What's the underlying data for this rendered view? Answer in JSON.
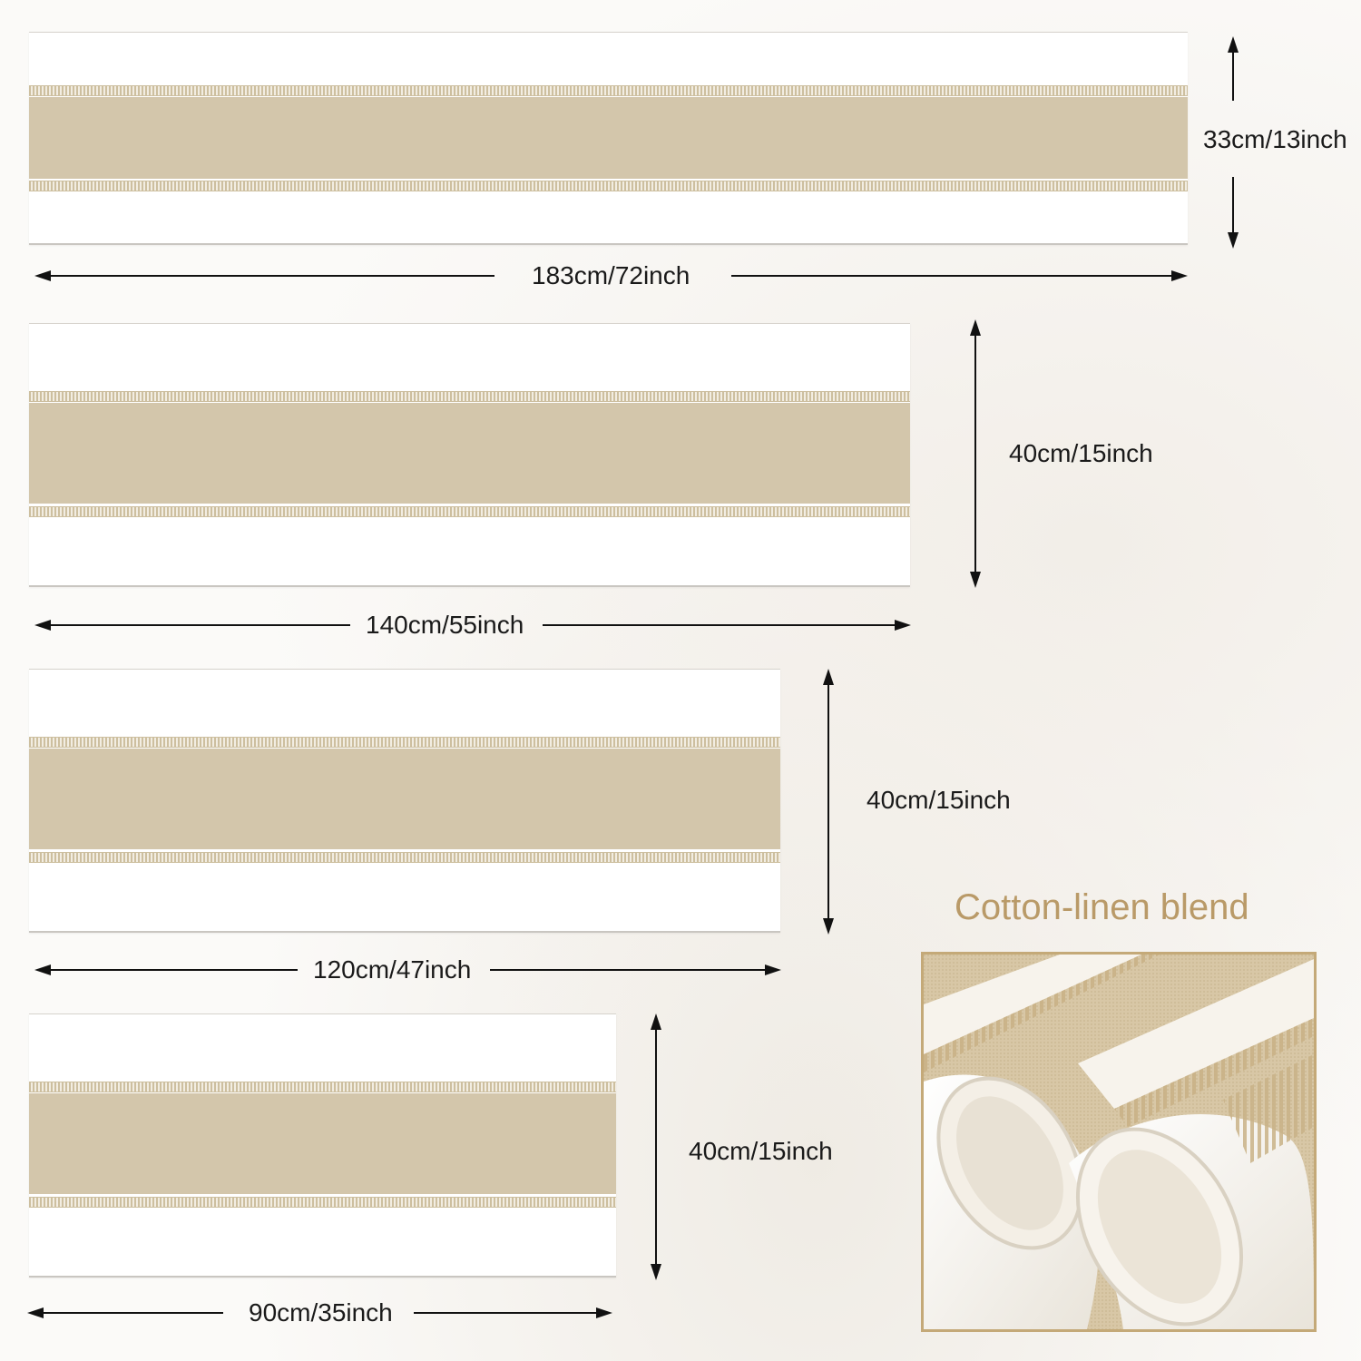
{
  "runners": [
    {
      "length": "183cm/72inch",
      "width": "33cm/13inch"
    },
    {
      "length": "140cm/55inch",
      "width": "40cm/15inch"
    },
    {
      "length": "120cm/47inch",
      "width": "40cm/15inch"
    },
    {
      "length": "90cm/35inch",
      "width": "40cm/15inch"
    }
  ],
  "material": {
    "title": "Cotton-linen blend"
  },
  "colors": {
    "stripe": "#d3c6ab",
    "accent": "#b99a68",
    "frame": "#c4a978"
  }
}
